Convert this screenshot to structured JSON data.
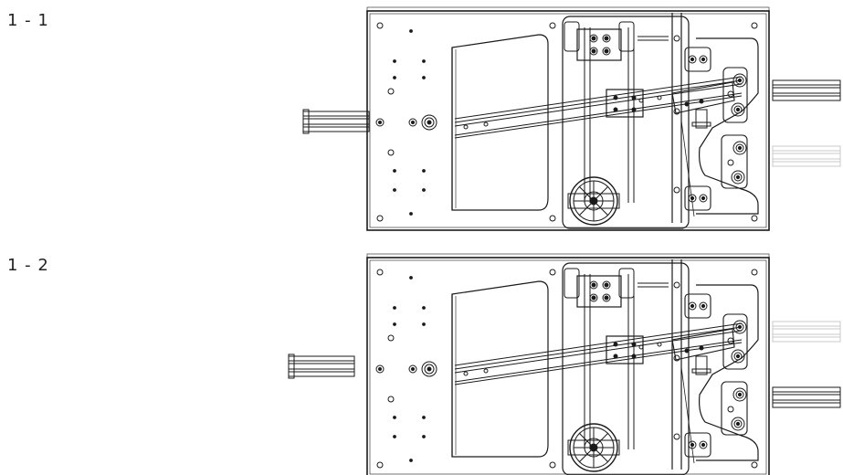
{
  "views": [
    {
      "label": "1 - 1",
      "lower_shaft": "faded"
    },
    {
      "label": "1 - 2",
      "lower_shaft": "solid"
    }
  ],
  "colors": {
    "line": "#1a1a1a",
    "faded_line": "#c8c8c8",
    "background": "#ffffff"
  }
}
